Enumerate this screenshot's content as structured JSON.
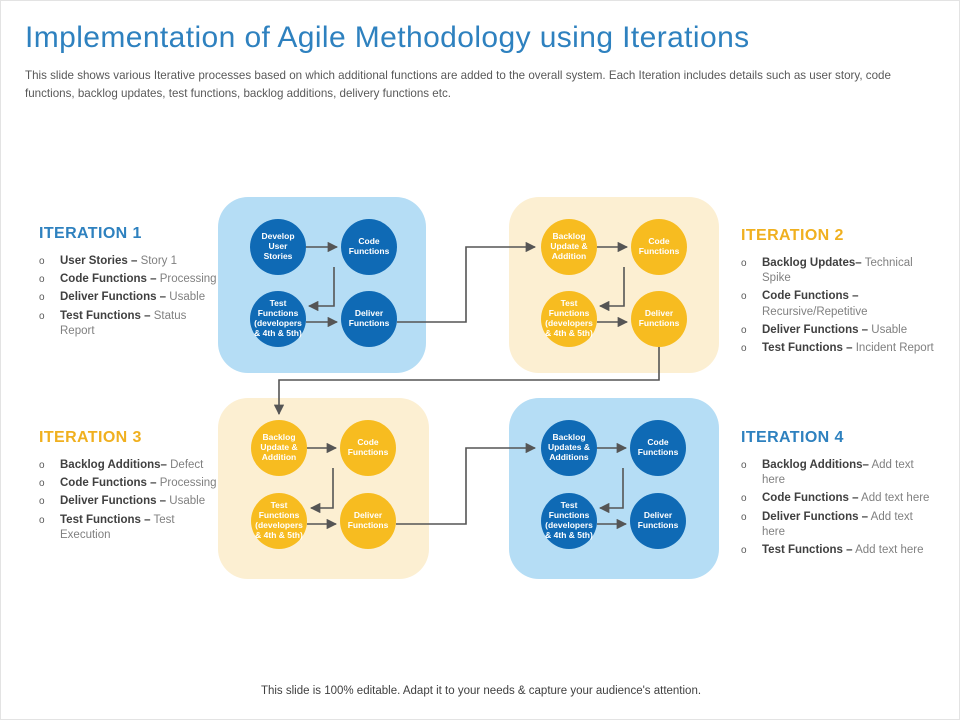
{
  "slide": {
    "title": "Implementation of Agile Methodology using Iterations",
    "subtitle": "This slide shows various Iterative processes based on which additional functions are added to the overall system. Each Iteration includes details such as user story, code functions, backlog updates, test functions, backlog additions, delivery functions etc.",
    "footer": "This slide is 100% editable.  Adapt it to your needs & capture your audience's attention."
  },
  "ui": {
    "bullet": "o"
  },
  "colors": {
    "title-blue": "#2E81BF",
    "heading-gold": "#F0B01F",
    "circle-blue": "#0F6AB5",
    "circle-gold": "#F7BC20",
    "box-blue": "#B5DDF5",
    "box-cream": "#FCEFD2",
    "connector-gray": "#555555",
    "text-dark": "#404040",
    "text-gray": "#808080",
    "subtitle-gray": "#595959"
  },
  "panels": [
    {
      "title": "ITERATION 1",
      "items": [
        {
          "label": "User Stories –",
          "value": "Story 1"
        },
        {
          "label": "Code Functions –",
          "value": "Processing"
        },
        {
          "label": "Deliver Functions –",
          "value": "Usable"
        },
        {
          "label": "Test Functions –",
          "value": "Status Report"
        }
      ]
    },
    {
      "title": "ITERATION 2",
      "items": [
        {
          "label": "Backlog Updates–",
          "value": "Technical Spike"
        },
        {
          "label": "Code Functions –",
          "value": "Recursive/Repetitive"
        },
        {
          "label": "Deliver Functions –",
          "value": "Usable"
        },
        {
          "label": "Test Functions –",
          "value": "Incident Report"
        }
      ]
    },
    {
      "title": "ITERATION 3",
      "items": [
        {
          "label": "Backlog Additions–",
          "value": "Defect"
        },
        {
          "label": "Code Functions –",
          "value": "Processing"
        },
        {
          "label": "Deliver Functions –",
          "value": "Usable"
        },
        {
          "label": "Test Functions –",
          "value": "Test Execution"
        }
      ]
    },
    {
      "title": "ITERATION 4",
      "items": [
        {
          "label": "Backlog Additions–",
          "value": "Add text here"
        },
        {
          "label": "Code Functions –",
          "value": "Add text here"
        },
        {
          "label": "Deliver Functions –",
          "value": "Add text here"
        },
        {
          "label": "Test Functions –",
          "value": "Add text here"
        }
      ]
    }
  ],
  "diagrams": [
    {
      "circles": {
        "top_left": "Develop User Stories",
        "top_right": "Code Functions",
        "bottom_left": "Test Functions (developers & 4th & 5th)",
        "bottom_right": "Deliver Functions"
      }
    },
    {
      "circles": {
        "top_left": "Backlog Update & Addition",
        "top_right": "Code Functions",
        "bottom_left": "Test Functions (developers & 4th & 5th)",
        "bottom_right": "Deliver Functions"
      }
    },
    {
      "circles": {
        "top_left": "Backlog Update & Addition",
        "top_right": "Code Functions",
        "bottom_left": "Test Functions (developers & 4th & 5th)",
        "bottom_right": "Deliver Functions"
      }
    },
    {
      "circles": {
        "top_left": "Backlog Updates & Additions",
        "top_right": "Code Functions",
        "bottom_left": "Test Functions (developers & 4th & 5th)",
        "bottom_right": "Deliver Functions"
      }
    }
  ]
}
